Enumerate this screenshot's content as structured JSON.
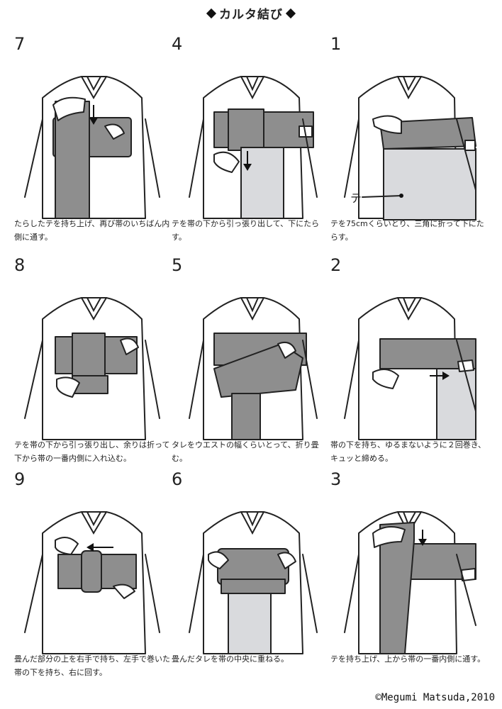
{
  "title": "カルタ結び",
  "steps": [
    {
      "num": "7",
      "caption": "たらしたテを持ち上げ、再び帯のいちばん内側に通す。"
    },
    {
      "num": "4",
      "caption": "テを帯の下から引っ張り出して、下にたらす。"
    },
    {
      "num": "1",
      "caption": "テを75cmくらいとり、三角に折って下にたらす。",
      "label": "テ"
    },
    {
      "num": "8",
      "caption": "テを帯の下から引っ張り出し、余りは折って下から帯の一番内側に入れ込む。"
    },
    {
      "num": "5",
      "caption": "タレをウエストの幅くらいとって、折り畳む。"
    },
    {
      "num": "2",
      "caption": "帯の下を持ち、ゆるまないように２回巻き、キュッと締める。"
    },
    {
      "num": "9",
      "caption": "畳んだ部分の上を右手で持ち、左手で巻いた帯の下を持ち、右に回す。"
    },
    {
      "num": "6",
      "caption": "畳んだタレを帯の中央に重ねる。"
    },
    {
      "num": "3",
      "caption": "テを持ち上げ、上から帯の一番内側に通す。"
    }
  ],
  "copyright": "©Megumi Matsuda,2010",
  "colors": {
    "obi": "#8e8e8e",
    "obi_light": "#d9dadd",
    "line": "#222222"
  }
}
